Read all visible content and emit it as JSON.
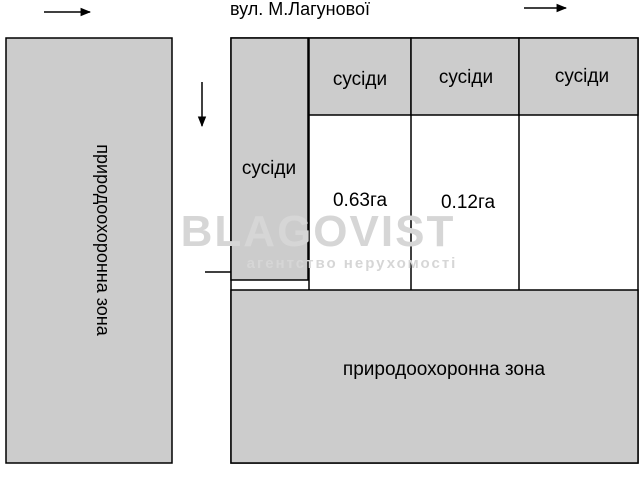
{
  "street": "вул. М.Лагунової",
  "nature_zone_left": "природоохоронна зона",
  "nature_zone_bottom": "природоохоронна зона",
  "neighbors_left": "сусіди",
  "neighbors_top_1": "сусіди",
  "neighbors_top_2": "сусіди",
  "neighbors_top_3": "сусіди",
  "plot_1_area": "0.63га",
  "plot_2_area": "0.12га",
  "watermark": {
    "brand": "BLAGOVIST",
    "tagline": "агентство нерухомості"
  },
  "colors": {
    "zone_fill": "#cccccc",
    "outline": "#000000",
    "watermark": "#d6d6d6"
  }
}
